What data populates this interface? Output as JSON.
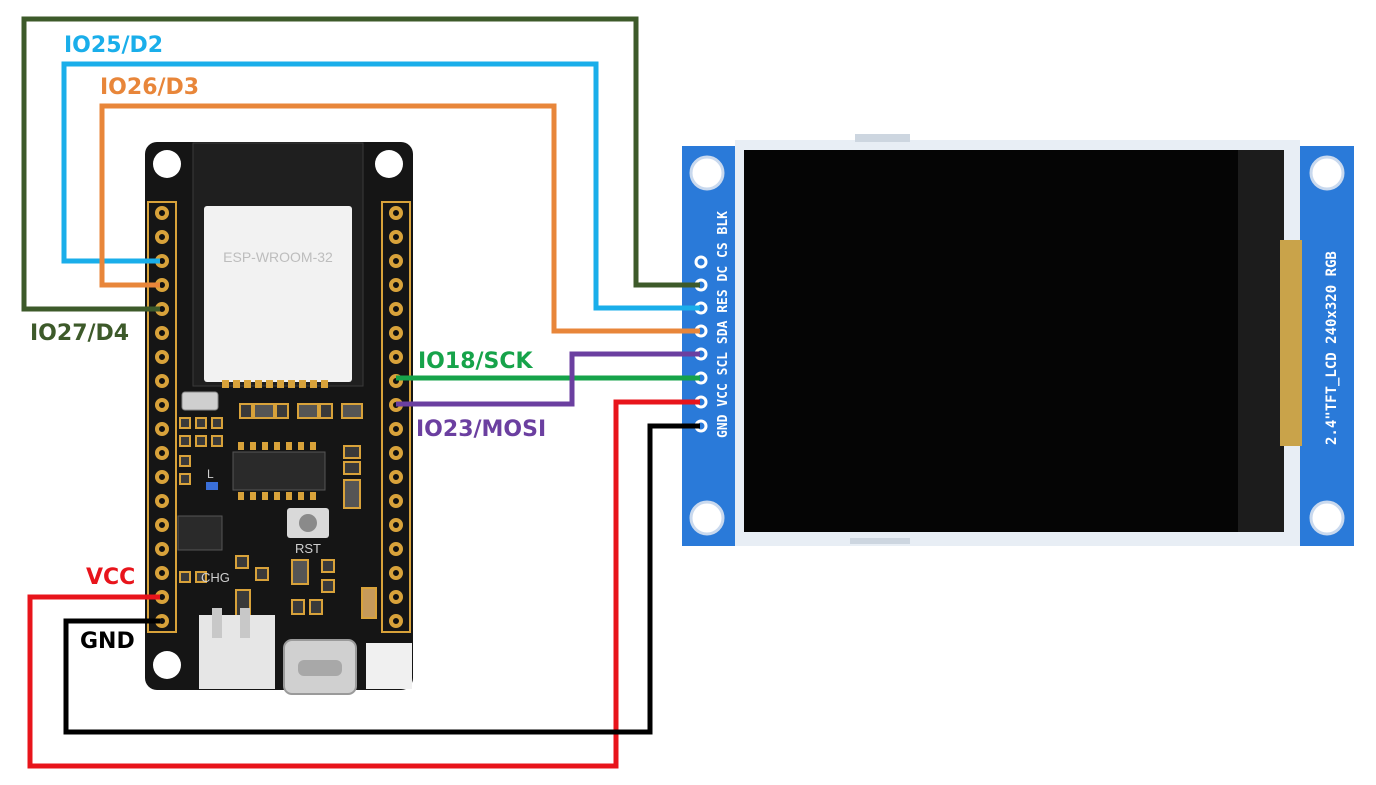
{
  "colors": {
    "io27": "#3d5a2a",
    "io25": "#1aaeea",
    "io26": "#e8863a",
    "sck": "#16a34a",
    "mosi": "#6b3fa0",
    "vcc": "#e8141b",
    "gnd": "#000000",
    "pcb": "#151515",
    "lcd_pcb": "#2a7ad9",
    "screen": "#050505"
  },
  "wire_labels": {
    "io25": "IO25/D2",
    "io26": "IO26/D3",
    "io27": "IO27/D4",
    "sck": "IO18/SCK",
    "mosi": "IO23/MOSI",
    "vcc": "VCC",
    "gnd": "GND"
  },
  "esp_board": {
    "module_label": "ESP-WROOM-32",
    "rst_label": "RST",
    "chg_label": "CHG",
    "led_label": "L"
  },
  "lcd": {
    "pin_labels": "GND VCC SCL SDA RES DC CS BLK",
    "model_label": "2.4\"TFT_LCD 240x320 RGB"
  }
}
